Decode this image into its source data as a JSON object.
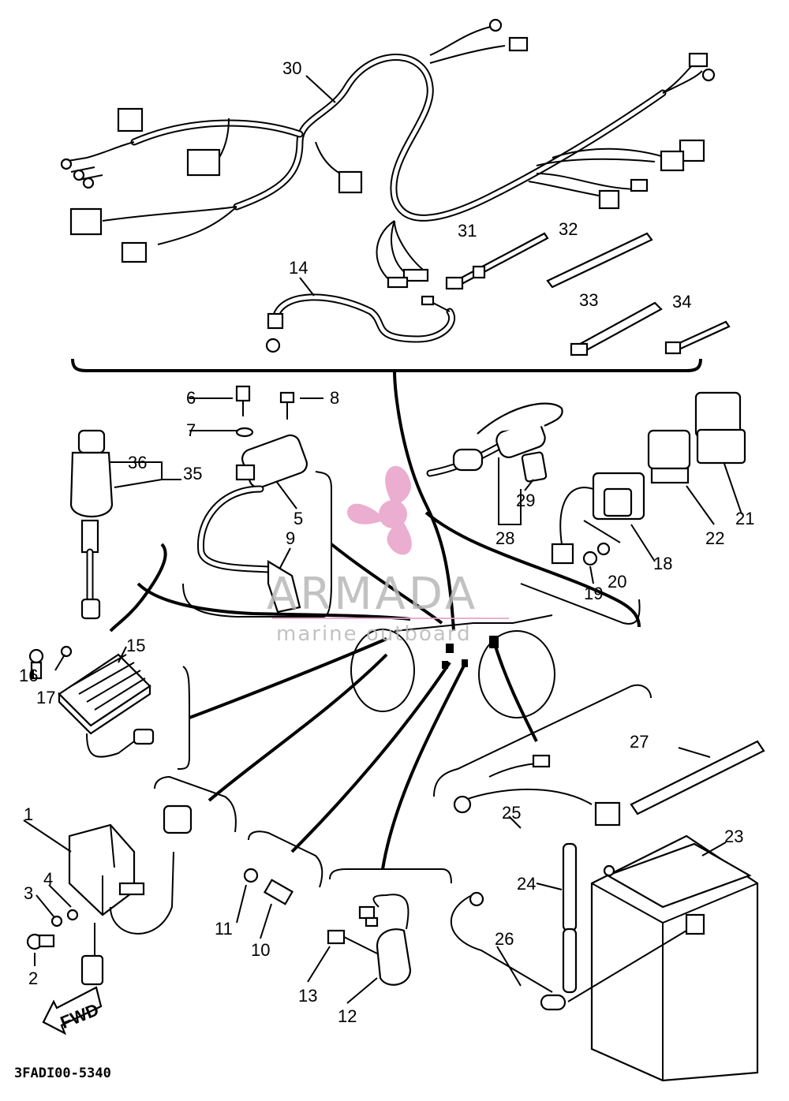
{
  "diagram": {
    "callouts": [
      "1",
      "2",
      "3",
      "4",
      "5",
      "6",
      "7",
      "8",
      "9",
      "10",
      "11",
      "12",
      "13",
      "14",
      "15",
      "16",
      "17",
      "18",
      "19",
      "20",
      "21",
      "22",
      "23",
      "24",
      "25",
      "26",
      "27",
      "28",
      "29",
      "30",
      "31",
      "32",
      "33",
      "34",
      "35",
      "36"
    ],
    "fwd_label": "FWD",
    "drawing_code": "3FADI00-5340"
  },
  "watermark": {
    "brand": "ARMADA",
    "subtitle": "marine outboard"
  },
  "colors": {
    "line": "#000000",
    "watermark_logo": "#e8a0c8",
    "watermark_text": "#b8b8b8"
  }
}
